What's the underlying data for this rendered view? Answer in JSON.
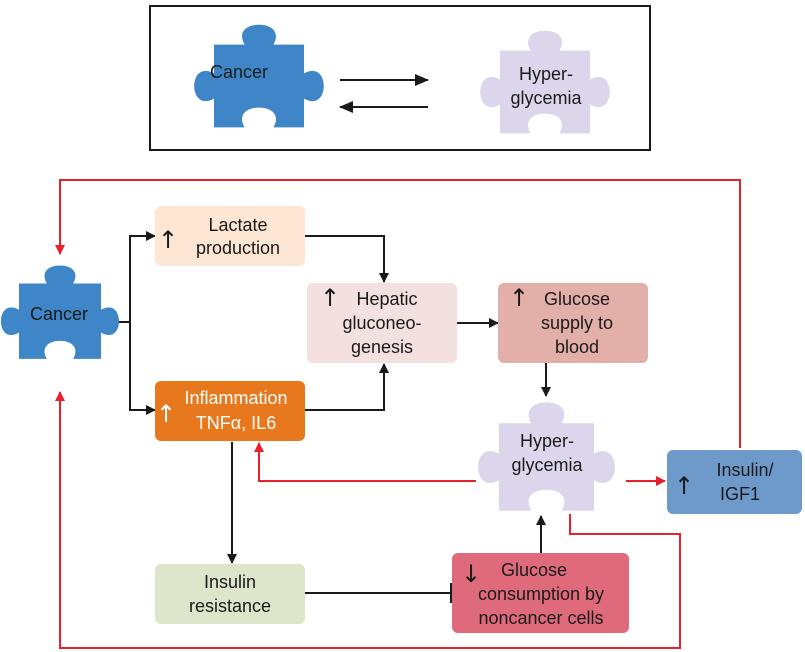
{
  "legend": {
    "cancer": "Cancer",
    "hyper_line1": "Hyper-",
    "hyper_line2": "glycemia"
  },
  "nodes": {
    "cancer": "Cancer",
    "lactate": {
      "arrow": "↑",
      "line1": "Lactate",
      "line2": "production"
    },
    "hepatic": {
      "arrow": "↑",
      "line1": "Hepatic",
      "line2": "gluconeo-",
      "line3": "genesis"
    },
    "glucose_supply": {
      "arrow": "↑",
      "line1": "Glucose",
      "line2": "supply to",
      "line3": "blood"
    },
    "inflammation": {
      "arrow": "↑",
      "line1": "Inflammation",
      "line2": "TNFα, IL6"
    },
    "hyperglycemia": {
      "line1": "Hyper-",
      "line2": "glycemia"
    },
    "insulin_igf1": {
      "arrow": "↑",
      "line1": "Insulin/",
      "line2": "IGF1"
    },
    "insulin_resistance": {
      "line1": "Insulin",
      "line2": "resistance"
    },
    "glucose_consumption": {
      "arrow": "↓",
      "line1": "Glucose",
      "line2": "consumption by",
      "line3": "noncancer cells"
    }
  },
  "colors": {
    "cancer_piece": "#3f86c8",
    "hyper_piece": "#dcd6ec",
    "lactate_box": "#fde6d3",
    "hepatic_box": "#f3e0df",
    "glucose_supply_box": "#e3afa9",
    "inflammation_box": "#e8781e",
    "insulin_igf1_box": "#6e9acb",
    "insulin_resistance_box": "#dde5ca",
    "glucose_consumption_box": "#df6a7c",
    "black_arrow": "#1a1a1a",
    "red_arrow": "#e8202a"
  }
}
